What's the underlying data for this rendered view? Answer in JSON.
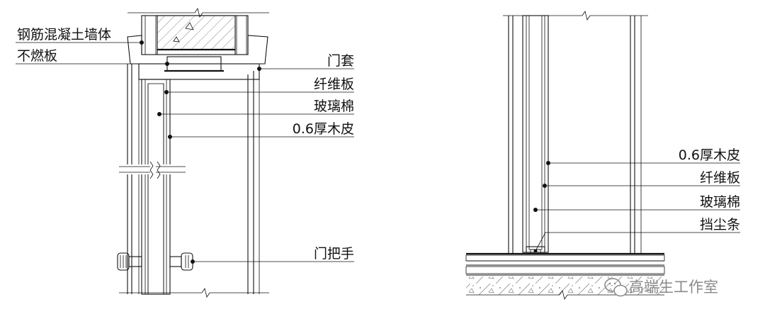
{
  "left_detail": {
    "labels": {
      "wall": "钢筋混凝土墙体",
      "nonflammable": "不燃板",
      "door_casing": "门套",
      "fiber_board": "纤维板",
      "glass_wool": "玻璃棉",
      "veneer": "0.6厚木皮",
      "door_handle": "门把手"
    }
  },
  "right_detail": {
    "labels": {
      "veneer": "0.6厚木皮",
      "fiber_board": "纤维板",
      "glass_wool": "玻璃棉",
      "dust_strip": "挡尘条"
    }
  },
  "watermark": {
    "text": "高端生工作室",
    "icon": "wechat-icon"
  }
}
